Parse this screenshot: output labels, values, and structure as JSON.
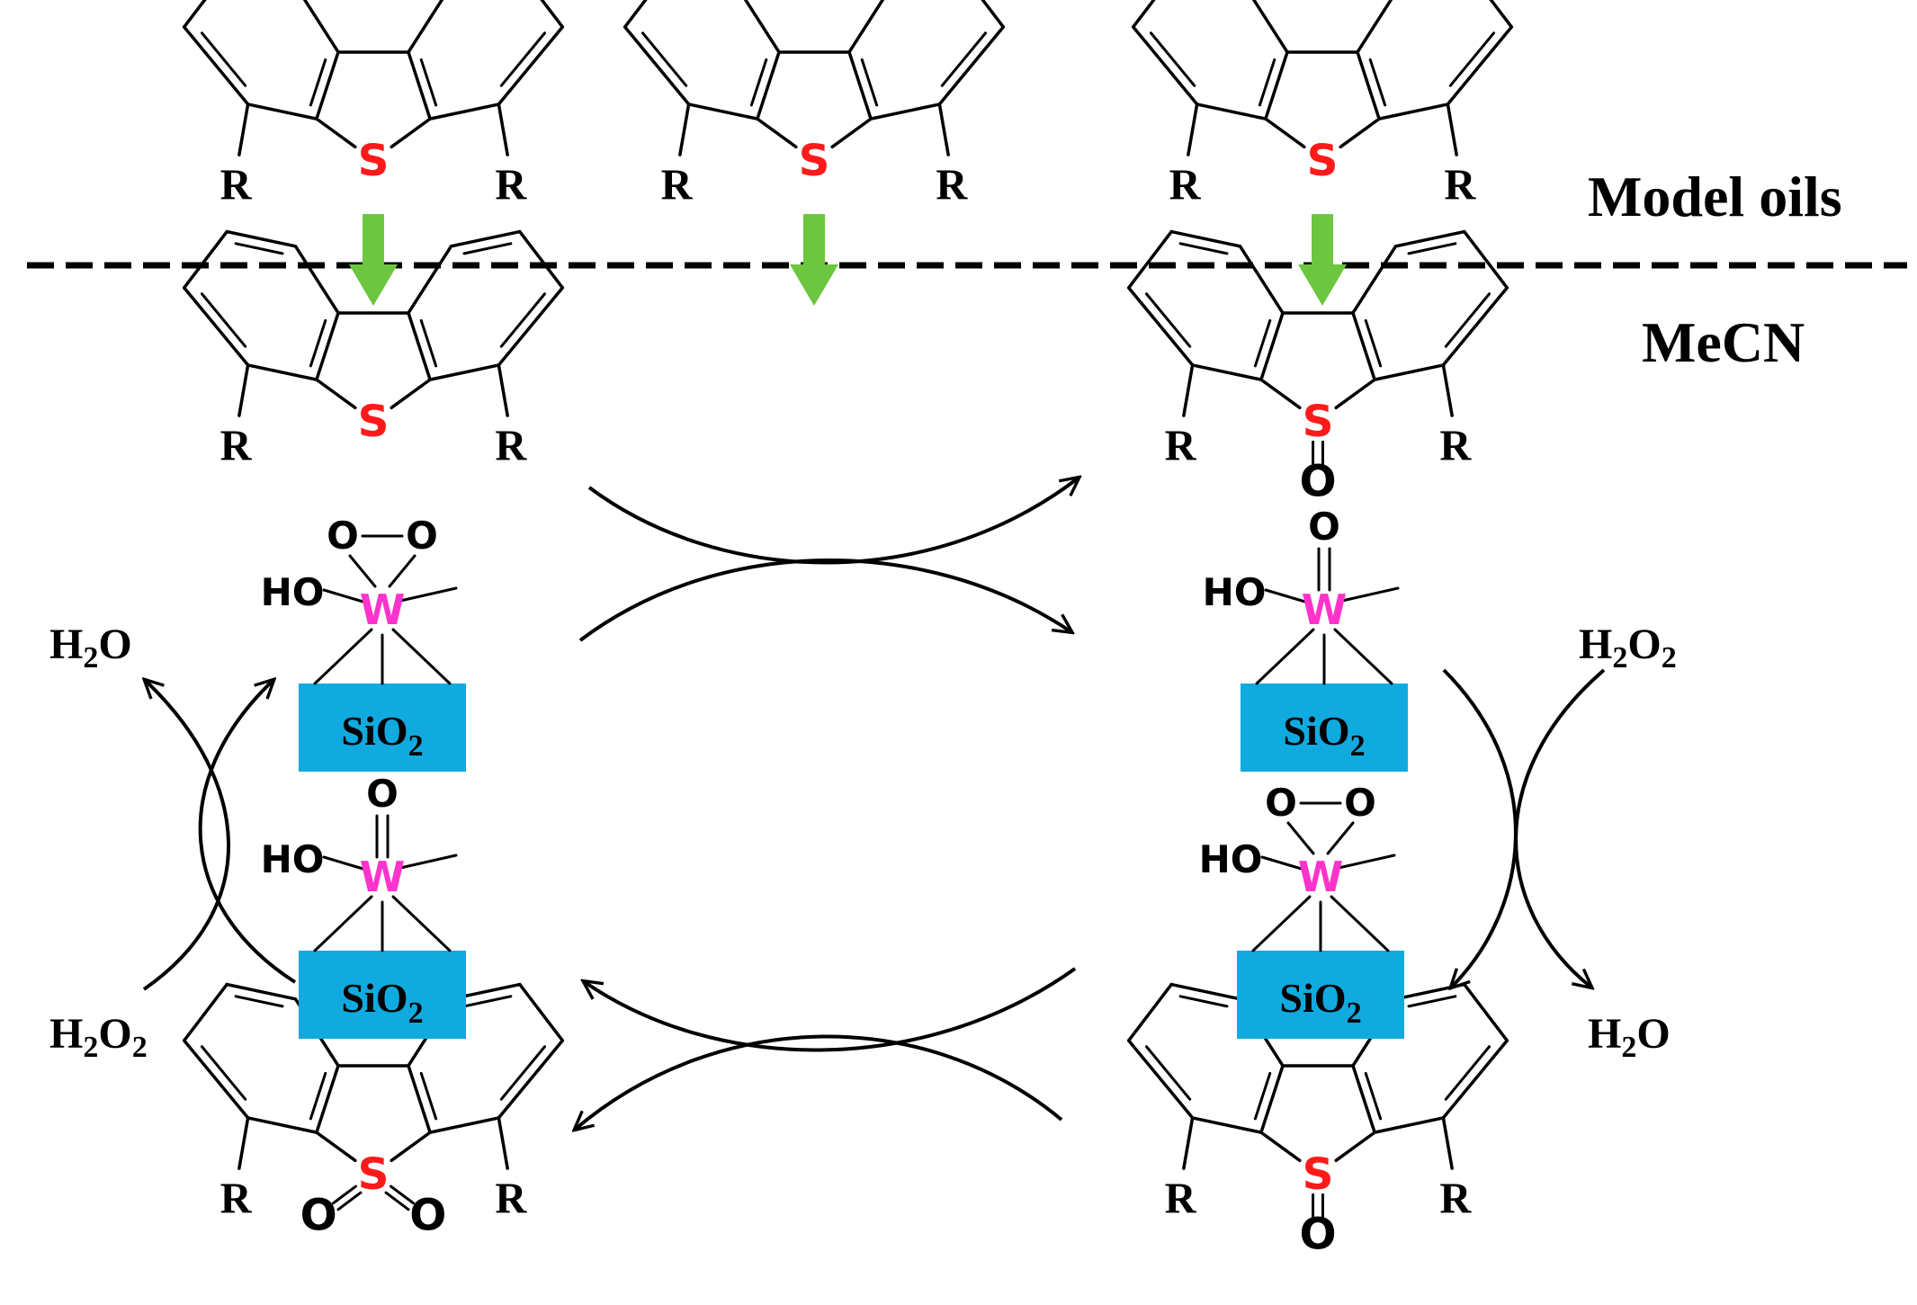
{
  "labels": {
    "phase_top": "Model oils",
    "phase_bottom": "MeCN"
  },
  "atoms": {
    "sulfur": "S",
    "substituent": "R",
    "oxygen": "O",
    "tungsten": "W",
    "hydroxyl": "HO"
  },
  "support": {
    "base": "SiO",
    "sub": "2"
  },
  "water": {
    "h": "H",
    "sub": "2",
    "o": "O"
  },
  "peroxide": {
    "h": "H",
    "sub1": "2",
    "o": "O",
    "sub2": "2"
  },
  "colors": {
    "sulfur": "#ff1a1a",
    "tungsten": "#ff33cc",
    "support_fill": "#11aadf",
    "transfer_arrow": "#6cc63f",
    "ink": "#000000"
  },
  "icons": {
    "transfer": "green-down-arrow",
    "cycle": "curved-arrow"
  }
}
